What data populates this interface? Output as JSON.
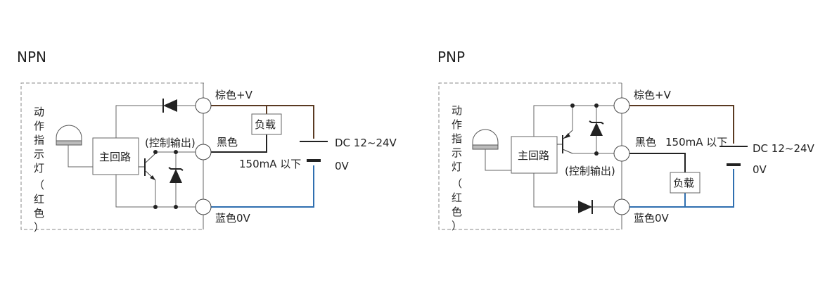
{
  "npn": {
    "title": "NPN",
    "indicator_label": "动作指示灯（红色）",
    "main_circuit": "主回路",
    "control_output": "(控制输出)",
    "load": "负载",
    "brown": "棕色+V",
    "black": "黑色",
    "blue": "蓝色0V",
    "current": "150mA 以下",
    "dc": "DC 12~24V",
    "zero": "0V"
  },
  "pnp": {
    "title": "PNP",
    "indicator_label": "动作指示灯（红色）",
    "main_circuit": "主回路",
    "control_output": "(控制输出)",
    "load": "负载",
    "brown": "棕色+V",
    "black": "黑色",
    "blue": "蓝色0V",
    "current": "150mA 以下",
    "dc": "DC 12~24V",
    "zero": "0V"
  },
  "colors": {
    "brown_wire": "#5a3a22",
    "black_wire": "#222222",
    "blue_wire": "#2f6fb0",
    "gray_line": "#666666"
  }
}
